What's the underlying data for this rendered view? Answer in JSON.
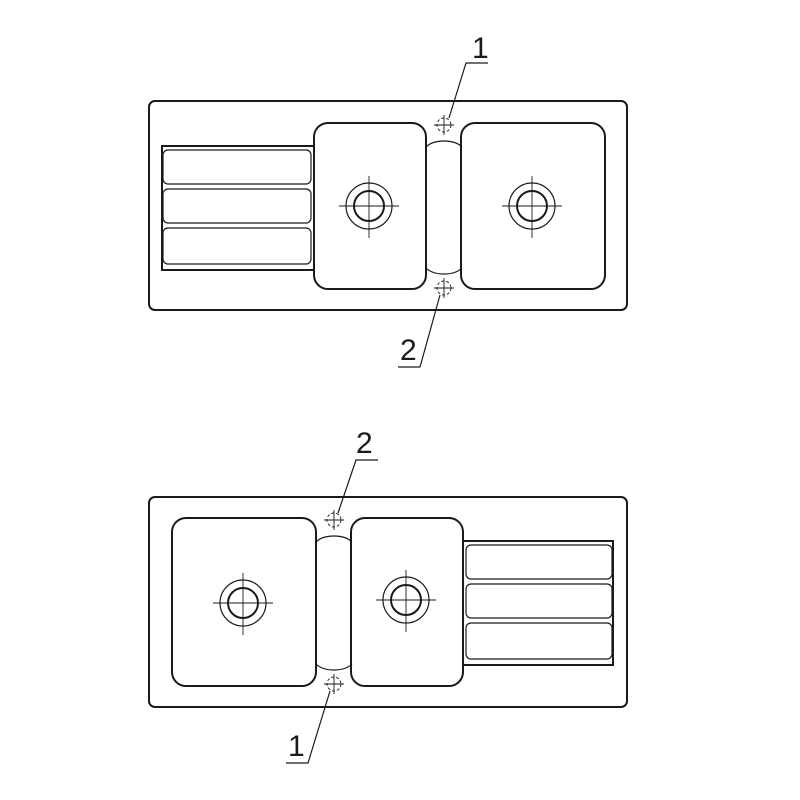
{
  "diagram": {
    "stroke_color": "#1a1a1a",
    "background_color": "#ffffff",
    "views": [
      {
        "id": "top",
        "drainboard_side": "left",
        "callouts": [
          {
            "label": "1",
            "points_to": "tap-hole-option"
          },
          {
            "label": "2",
            "points_to": "tap-hole-option"
          }
        ]
      },
      {
        "id": "bottom",
        "drainboard_side": "right",
        "callouts": [
          {
            "label": "2",
            "points_to": "tap-hole-option"
          },
          {
            "label": "1",
            "points_to": "tap-hole-option"
          }
        ]
      }
    ]
  }
}
